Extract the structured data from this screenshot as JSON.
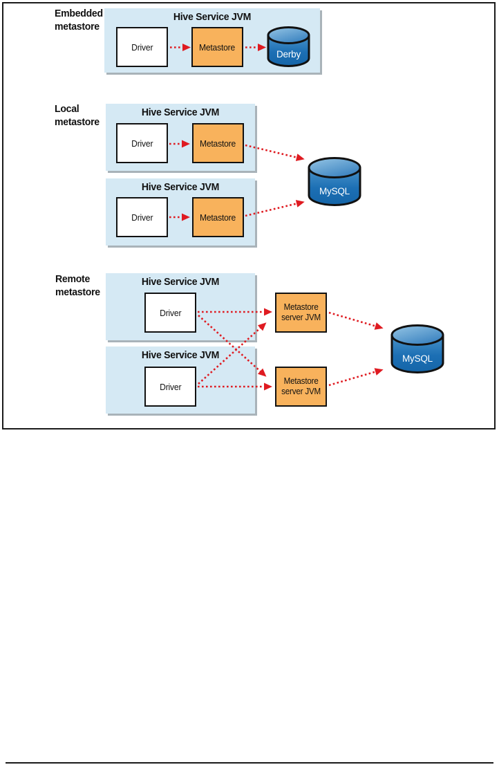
{
  "figure": {
    "embedded": {
      "label": "Embedded\nmetastore",
      "jvm_title": "Hive Service JVM",
      "driver_label": "Driver",
      "metastore_label": "Metastore",
      "database_label": "Derby"
    },
    "local": {
      "label": "Local\nmetastore",
      "jvm1": {
        "title": "Hive Service JVM",
        "driver_label": "Driver",
        "metastore_label": "Metastore"
      },
      "jvm2": {
        "title": "Hive Service JVM",
        "driver_label": "Driver",
        "metastore_label": "Metastore"
      },
      "database_label": "MySQL"
    },
    "remote": {
      "label": "Remote\nmetastore",
      "jvm1": {
        "title": "Hive Service JVM",
        "driver_label": "Driver"
      },
      "jvm2": {
        "title": "Hive Service JVM",
        "driver_label": "Driver"
      },
      "server1_label": "Metastore\nserver JVM",
      "server2_label": "Metastore\nserver JVM",
      "database_label": "MySQL"
    },
    "colors": {
      "jvm_fill": "#d5e9f4",
      "jvm_shadow": "#a9b3b9",
      "process_fill": "#f8b25c",
      "database_body": "#1c6fb4",
      "database_top": "#5c9fd0",
      "arrow": "#df1b21",
      "outline": "#111111",
      "frame": "#1a1a1a"
    }
  }
}
